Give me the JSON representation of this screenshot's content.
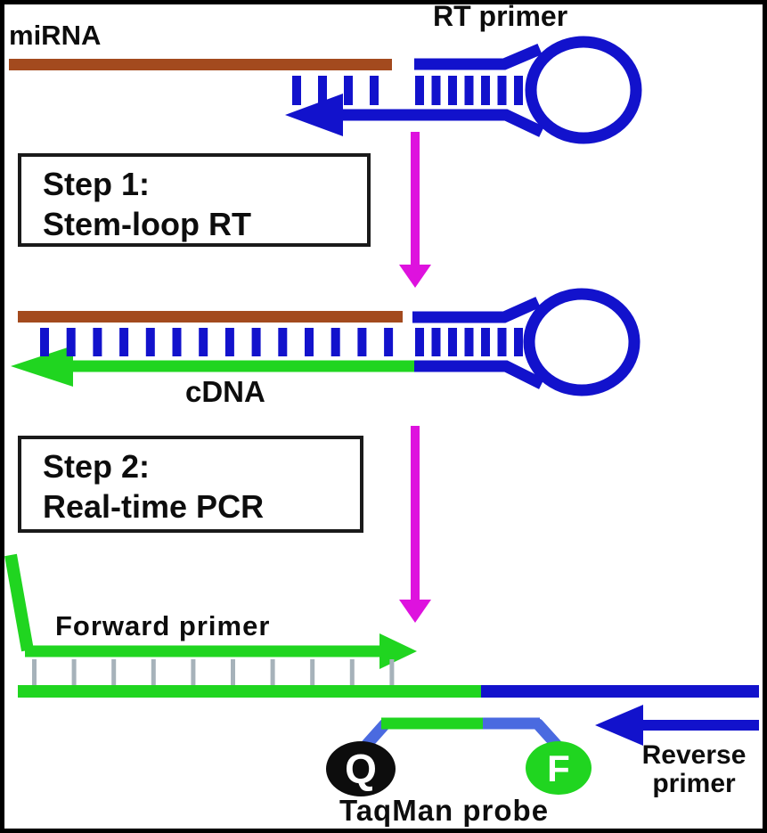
{
  "labels": {
    "mirna": "miRNA",
    "rt_primer": "RT primer",
    "cdna": "cDNA",
    "forward_primer": "Forward primer",
    "taqman_probe": "TaqMan probe",
    "reverse_primer_line1": "Reverse",
    "reverse_primer_line2": "primer",
    "quencher": "Q",
    "fluorophore": "F"
  },
  "steps": [
    {
      "title": "Step 1:",
      "subtitle": "Stem-loop RT"
    },
    {
      "title": "Step 2:",
      "subtitle": "Real-time PCR"
    }
  ],
  "colors": {
    "mirna_brown": "#A34A1E",
    "dna_blue": "#1212CC",
    "new_strand_green": "#20D520",
    "step_arrow_magenta": "#DE12DE",
    "probe_linker_blue": "#4A6AE0",
    "tick_gray": "#A6B2BA",
    "quencher_black": "#0D0D0D",
    "fluorophore_green": "#20D520",
    "background": "#FFFFFF",
    "border_black": "#000000"
  },
  "base_pair_ticks": {
    "top_free": 4,
    "top_stem": 7,
    "middle_duplex": 14,
    "middle_stem": 7,
    "bottom_duplex": 10
  }
}
